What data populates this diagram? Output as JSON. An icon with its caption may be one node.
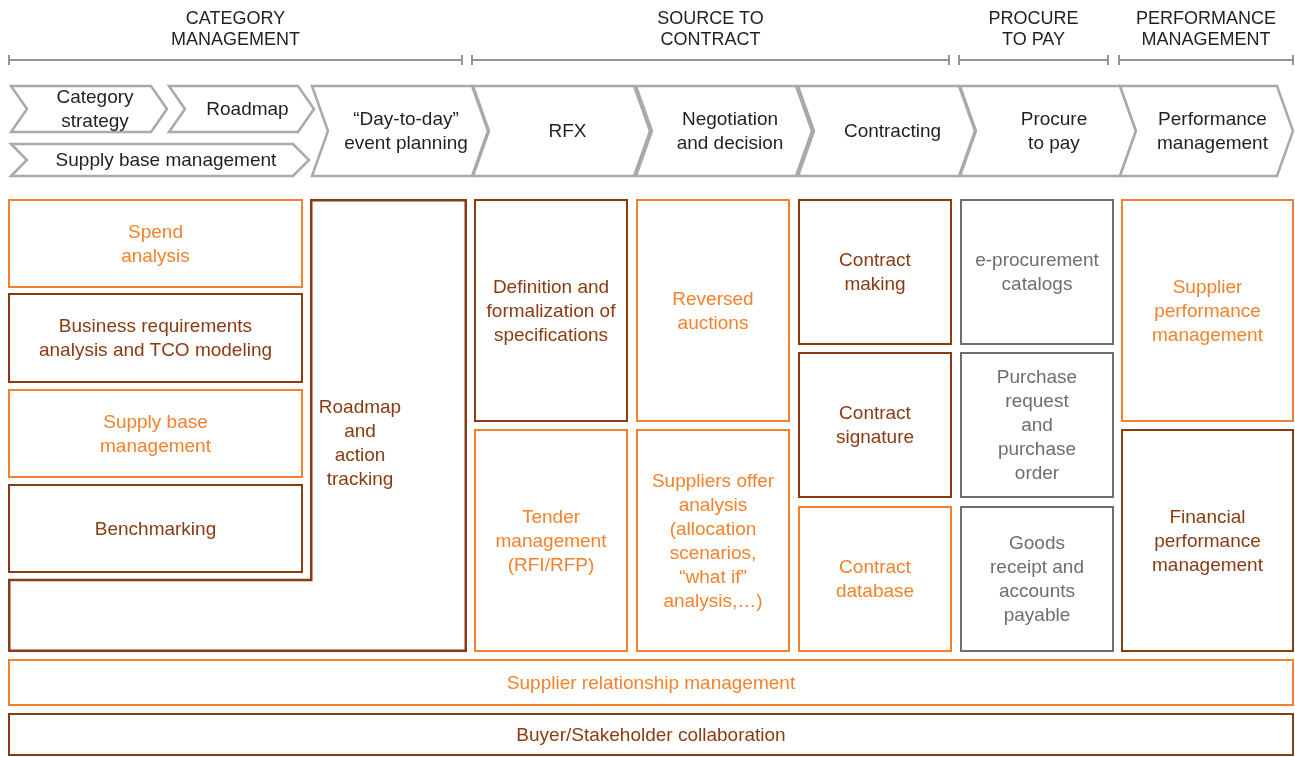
{
  "diagram": {
    "nodes": [
      {
        "text": [
          "Category strategy"
        ]
      },
      {
        "text": [
          "Roadmap"
        ]
      },
      {
        "text": [
          "Supply base management"
        ]
      },
      {
        "text": [
          "“Day-to-day” event planning"
        ]
      },
      {
        "text": [
          "RFX"
        ]
      },
      {
        "text": [
          "Negotiation and decision"
        ]
      },
      {
        "text": [
          "Contracting"
        ]
      },
      {
        "text": [
          "Procure to pay"
        ]
      },
      {
        "text": [
          "Performance management"
        ]
      },
      {
        "text": [
          "Spend analysis"
        ]
      },
      {
        "text": [
          "Business requirements analysis and TCO modeling"
        ]
      },
      {
        "text": [
          "Supply base management"
        ]
      },
      {
        "text": [
          "Benchmarking"
        ]
      },
      {
        "text": [
          "Roadmap and action tracking"
        ]
      },
      {
        "text": [
          "Definition and formalization of specifications"
        ]
      },
      {
        "text": [
          "Tender management (RFI/RFP)"
        ]
      },
      {
        "text": [
          "Reversed auctions"
        ]
      },
      {
        "text": [
          "Suppliers offer analysis (allocation scenarios, “what if” analysis,…)"
        ]
      },
      {
        "text": [
          "Contract making"
        ]
      },
      {
        "text": [
          "Contract signature"
        ]
      },
      {
        "text": [
          "Contract database"
        ]
      },
      {
        "text": [
          "e-procurement catalogs"
        ]
      },
      {
        "text": [
          "Purchase request and purchase order"
        ]
      },
      {
        "text": [
          "Goods receipt and accounts payable"
        ]
      },
      {
        "text": [
          "Supplier performance management"
        ]
      },
      {
        "text": [
          "Financial performance management"
        ]
      },
      {
        "text": [
          "Supplier relationship management"
        ]
      },
      {
        "text": [
          "Buyer/Stakeholder collaboration"
        ]
      }
    ],
    "labels": [
      "CATEGORY MANAGEMENT",
      "SOURCE TO CONTRACT",
      "PROCURE TO PAY",
      "PERFORMANCE MANAGEMENT"
    ]
  }
}
